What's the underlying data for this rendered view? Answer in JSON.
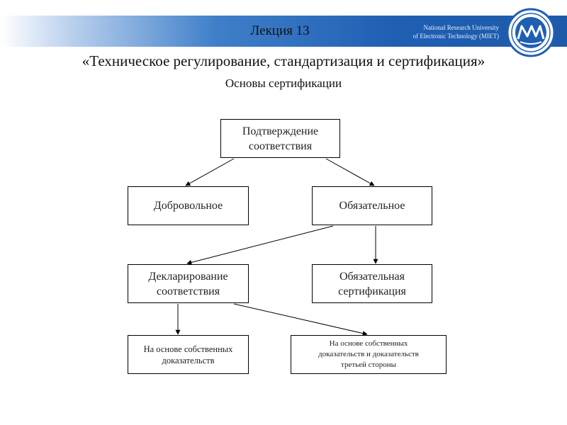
{
  "header": {
    "lecture": "Лекция 13",
    "university_line1": "National Research University",
    "university_line2": "of Electronic Technology (MIET)"
  },
  "title": "«Техническое регулирование, стандартизация и сертификация»",
  "subtitle": "Основы сертификации",
  "colors": {
    "header_blue": "#1d5aa8",
    "logo_blue": "#1f5fb3"
  },
  "diagram": {
    "nodes": [
      {
        "id": "confirm",
        "lines": [
          "Подтверждение",
          "соответствия"
        ]
      },
      {
        "id": "voluntary",
        "lines": [
          "Добровольное"
        ]
      },
      {
        "id": "mandatory",
        "lines": [
          "Обязательное"
        ]
      },
      {
        "id": "declaration",
        "lines": [
          "Декларирование",
          "соответствия"
        ]
      },
      {
        "id": "mand_cert",
        "lines": [
          "Обязательная",
          "сертификация"
        ]
      },
      {
        "id": "own_evidence",
        "lines": [
          "На основе собственных",
          "доказательств"
        ]
      },
      {
        "id": "third_party",
        "lines": [
          "На основе собственных",
          "доказательств и доказательств",
          "третьей стороны"
        ]
      }
    ],
    "edges": [
      {
        "from": "confirm",
        "to": "voluntary"
      },
      {
        "from": "confirm",
        "to": "mandatory"
      },
      {
        "from": "mandatory",
        "to": "declaration"
      },
      {
        "from": "mandatory",
        "to": "mand_cert"
      },
      {
        "from": "declaration",
        "to": "own_evidence"
      },
      {
        "from": "declaration",
        "to": "third_party"
      }
    ]
  }
}
